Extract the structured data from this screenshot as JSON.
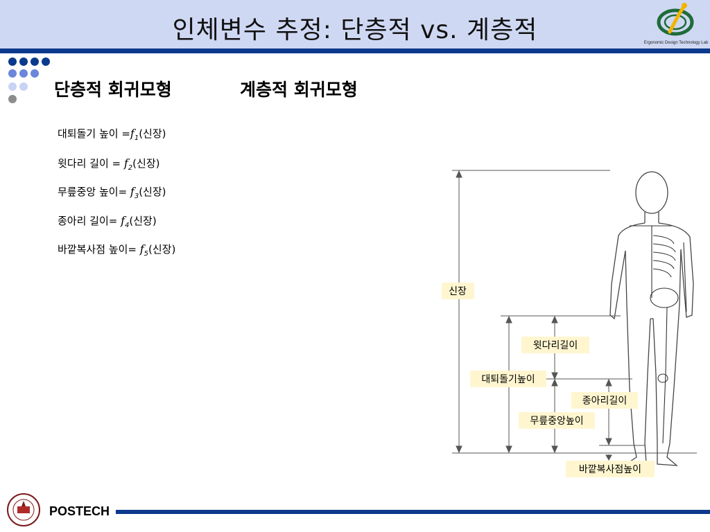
{
  "header": {
    "title": "인체변수 추정: 단층적 vs. 계층적",
    "logo_text": "Ergonomic Design Technology Lab"
  },
  "subtitles": {
    "left": "단층적 회귀모형",
    "right": "계층적 회귀모형"
  },
  "equations": [
    {
      "label": "대퇴돌기 높이 =",
      "func": "f",
      "index": "1",
      "arg": "(신장)"
    },
    {
      "label": "윗다리 길이 = ",
      "func": "f",
      "index": "2",
      "arg": "(신장)"
    },
    {
      "label": "무릎중앙 높이= ",
      "func": "f",
      "index": "3",
      "arg": "(신장)"
    },
    {
      "label": "종아리 길이= ",
      "func": "f",
      "index": "4",
      "arg": "(신장)"
    },
    {
      "label": "바깥복사점 높이= ",
      "func": "f",
      "index": "5",
      "arg": "(신장)"
    }
  ],
  "figure_labels": {
    "stature": "신장",
    "thigh_length": "윗다리길이",
    "trochanter_height": "대퇴돌기높이",
    "calf_length": "종아리길이",
    "knee_height": "무릎중앙높이",
    "ankle_height": "바깥복사점높이"
  },
  "footer": {
    "brand": "POSTECH"
  },
  "colors": {
    "header_bg": "#cfd8f3",
    "rule": "#0b3a8c",
    "dot_dark": "#0b3a8c",
    "dot_mid": "#6b86db",
    "dot_light": "#c9d3f3",
    "dot_gray": "#8c8c8c",
    "label_bg": "#fff6d0"
  }
}
